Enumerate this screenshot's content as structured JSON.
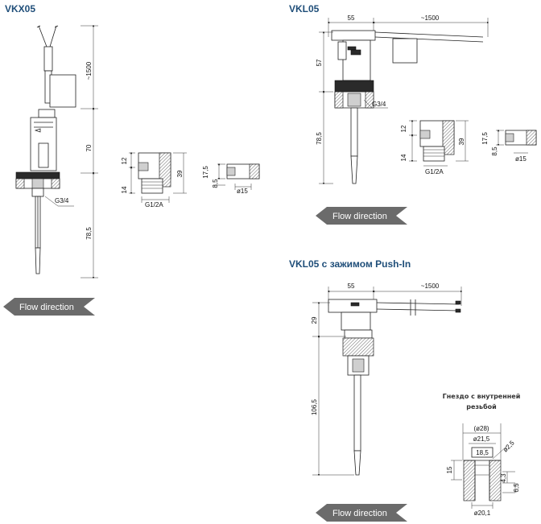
{
  "sections": {
    "vkx05_title": "VKX05",
    "vkl05_title": "VKL05",
    "vkl05_pushin_title": "VKL05 с зажимом Push-In"
  },
  "flow_label": "Flow direction",
  "socket_caption": {
    "line1": "Гнездо с внутренней",
    "line2": "резьбой"
  },
  "vkx05": {
    "cable_length": "~1500",
    "dim_70": "70",
    "dim_78_5": "78,5",
    "thread": "G3/4",
    "adapter": {
      "dim_12": "12",
      "dim_14": "14",
      "dim_39": "39",
      "thread": "G1/2A"
    },
    "nut": {
      "dim_17_5": "17,5",
      "dim_8_5": "8,5",
      "dia_15": "ø15"
    }
  },
  "vkl05": {
    "dim_55": "55",
    "cable_length": "~1500",
    "dim_57": "57",
    "dim_78_5": "78,5",
    "thread": "G3/4",
    "adapter": {
      "dim_12": "12",
      "dim_14": "14",
      "dim_39": "39",
      "thread": "G1/2A"
    },
    "nut": {
      "dim_17_5": "17,5",
      "dim_8_5": "8,5",
      "dia_15": "ø15"
    }
  },
  "vkl05_pushin": {
    "dim_55": "55",
    "cable_length": "~1500",
    "dim_29": "29",
    "dim_106_5": "106,5"
  },
  "socket": {
    "dia_28": "(ø28)",
    "dia_21_5": "ø21,5",
    "dim_18_5": "18,5",
    "dia_2_5": "ø2,5",
    "dim_15": "15",
    "dim_4_3": "4,3",
    "dim_6_5": "6,5",
    "dia_20_1": "ø20,1"
  }
}
